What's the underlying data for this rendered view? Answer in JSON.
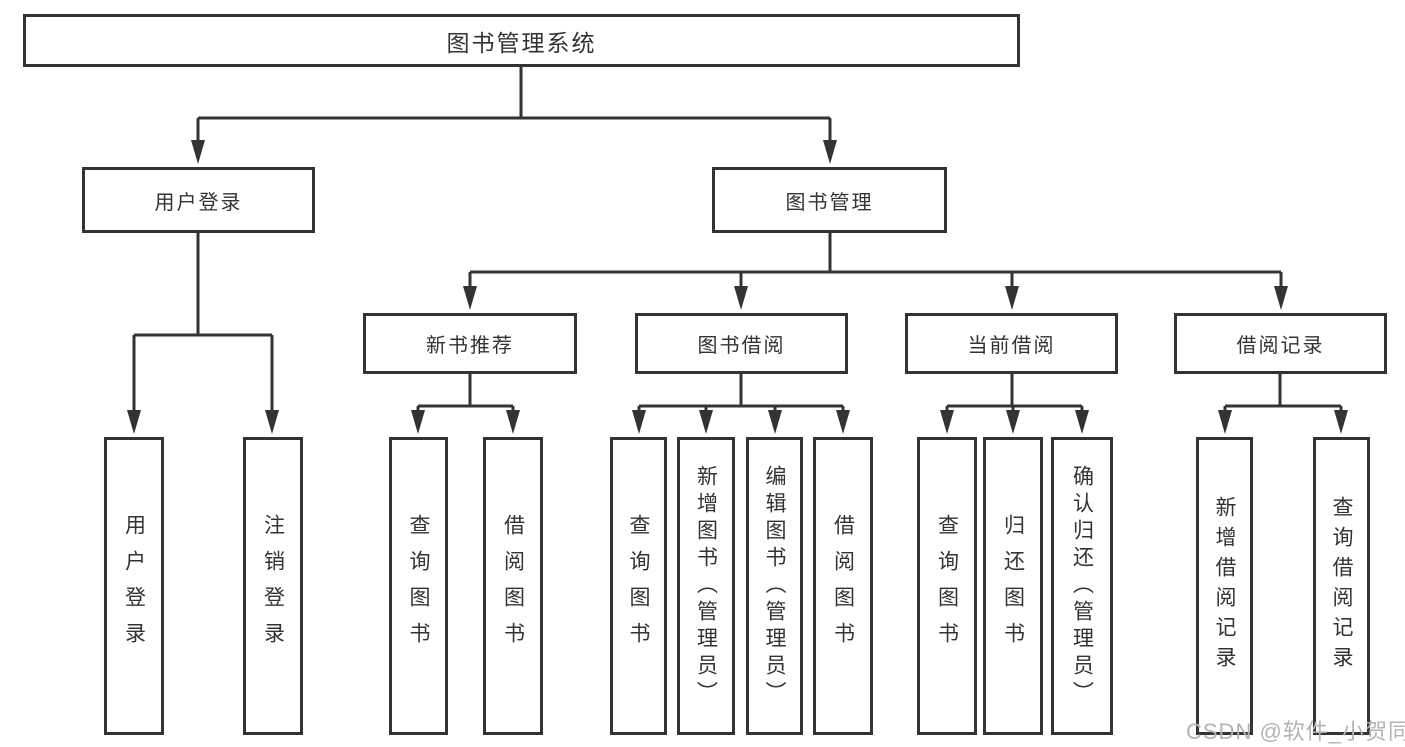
{
  "tree": {
    "label": "图书管理系统",
    "children": [
      {
        "label": "用户登录",
        "children": [
          {
            "label": "用户登录"
          },
          {
            "label": "注销登录"
          }
        ]
      },
      {
        "label": "图书管理",
        "children": [
          {
            "label": "新书推荐",
            "children": [
              {
                "label": "查询图书"
              },
              {
                "label": "借阅图书"
              }
            ]
          },
          {
            "label": "图书借阅",
            "children": [
              {
                "label": "查询图书"
              },
              {
                "label": "新增图书（管理员）"
              },
              {
                "label": "编辑图书（管理员）"
              },
              {
                "label": "借阅图书"
              }
            ]
          },
          {
            "label": "当前借阅",
            "children": [
              {
                "label": "查询图书"
              },
              {
                "label": "归还图书"
              },
              {
                "label": "确认归还（管理员）"
              }
            ]
          },
          {
            "label": "借阅记录",
            "children": [
              {
                "label": "新增借阅记录"
              },
              {
                "label": "查询借阅记录"
              }
            ]
          }
        ]
      }
    ]
  },
  "watermark": {
    "text": "CSDN @软件_小贺同学"
  },
  "colors": {
    "ink": "#333333",
    "watermark": "#b3b3b3",
    "background": "#ffffff"
  }
}
